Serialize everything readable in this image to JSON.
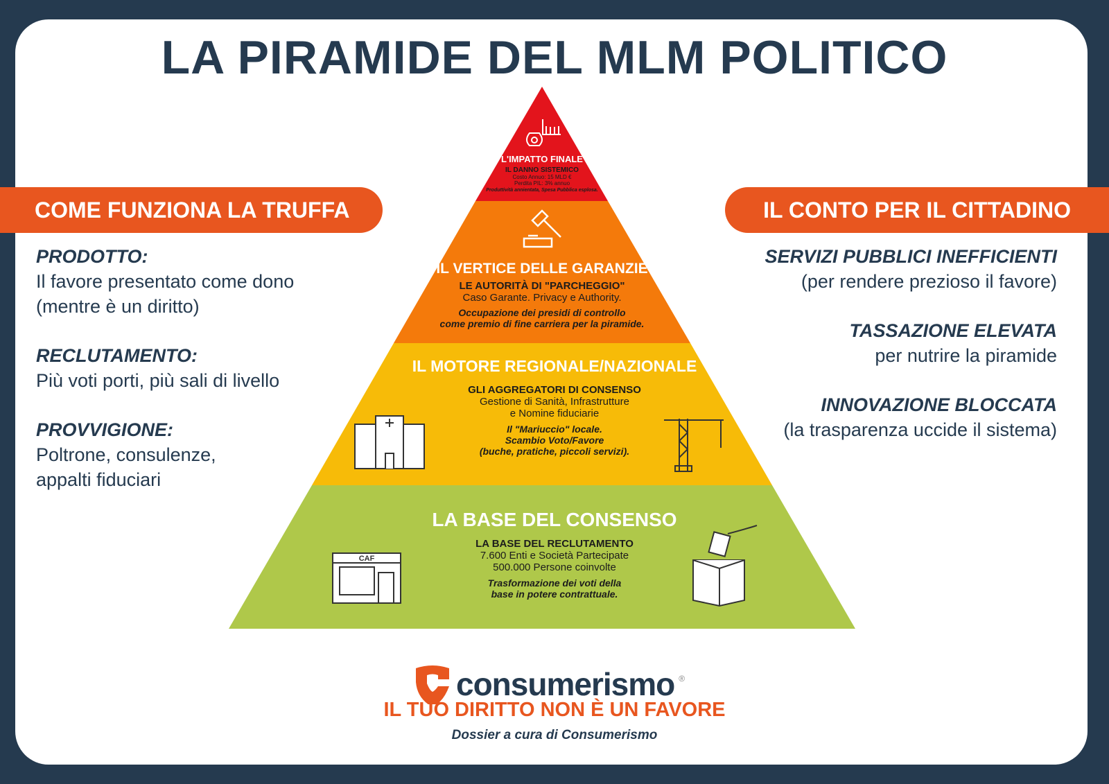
{
  "title": "LA PIRAMIDE DEL MLM POLITICO",
  "left_panel": {
    "banner": "COME FUNZIONA LA TRUFFA",
    "items": [
      {
        "heading": "PRODOTTO:",
        "lines": [
          "Il favore presentato come dono",
          "(mentre è un diritto)"
        ]
      },
      {
        "heading": "RECLUTAMENTO:",
        "lines": [
          "Più voti porti, più sali di livello"
        ]
      },
      {
        "heading": "PROVVIGIONE:",
        "lines": [
          "Poltrone, consulenze,",
          "appalti fiduciari"
        ]
      }
    ]
  },
  "right_panel": {
    "banner": "IL CONTO PER IL CITTADINO",
    "items": [
      {
        "heading": "SERVIZI PUBBLICI INEFFICIENTI",
        "lines": [
          "(per rendere prezioso il favore)"
        ]
      },
      {
        "heading": "TASSAZIONE ELEVATA",
        "lines": [
          "per nutrire la piramide"
        ]
      },
      {
        "heading": "INNOVAZIONE BLOCCATA",
        "lines": [
          "(la trasparenza uccide il sistema)"
        ]
      }
    ]
  },
  "pyramid": {
    "colors": {
      "top": "#e3141c",
      "upper": "#f47a0b",
      "middle": "#f7bb08",
      "base": "#afc84a"
    },
    "levels": [
      {
        "title": "L'IMPATTO FINALE",
        "subtitle": "IL DANNO SISTEMICO",
        "lines": [
          "Costo Annuo: 15 MLD €",
          "Perdita PIL: 3% annuo"
        ],
        "italic": [
          "Produttività annientata, Spesa Pubblica esplosa."
        ],
        "icons": [
          "money-bag-icon",
          "declining-chart-icon"
        ]
      },
      {
        "title": "IL VERTICE DELLE GARANZIE",
        "subtitle": "LE AUTORITÀ DI \"PARCHEGGIO\"",
        "lines": [
          "Caso Garante. Privacy e Authority."
        ],
        "italic": [
          "Occupazione dei presidi di controllo",
          "come premio di fine carriera per la piramide."
        ],
        "icons": [
          "gavel-icon"
        ]
      },
      {
        "title": "IL MOTORE REGIONALE/NAZIONALE",
        "subtitle": "GLI AGGREGATORI DI CONSENSO",
        "lines": [
          "Gestione di Sanità, Infrastrutture",
          "e Nomine fiduciarie"
        ],
        "italic": [
          "Il \"Mariuccio\" locale.",
          "Scambio Voto/Favore",
          "(buche, pratiche, piccoli servizi)."
        ],
        "icons": [
          "hospital-icon",
          "crane-icon"
        ]
      },
      {
        "title": "LA BASE DEL CONSENSO",
        "subtitle": "LA BASE DEL RECLUTAMENTO",
        "lines": [
          "7.600 Enti e Società Partecipate",
          "500.000 Persone coinvolte"
        ],
        "italic": [
          "Trasformazione dei voti della",
          "base in potere contrattuale."
        ],
        "icons": [
          "caf-office-icon",
          "ballot-box-icon"
        ],
        "caf_label": "CAF"
      }
    ]
  },
  "footer": {
    "logo_text": "consumerismo",
    "logo_mark": "®",
    "slogan": "IL TUO DIRITTO NON È UN FAVORE",
    "credit": "Dossier a cura di Consumerismo",
    "brand_color": "#e8561f"
  }
}
